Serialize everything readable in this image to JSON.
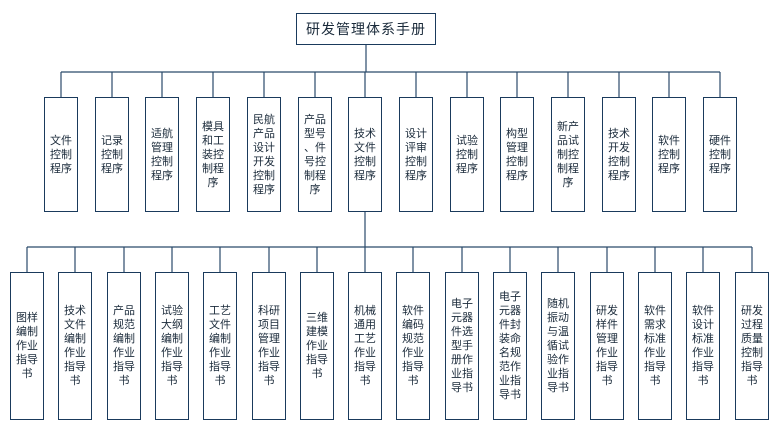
{
  "root": {
    "label": "研发管理体系手册"
  },
  "level1": [
    "文件\n控制\n程序",
    "记录\n控制\n程序",
    "适航\n管理\n控制\n程序",
    "模具\n和工\n装控\n制程\n序",
    "民航\n产品\n设计\n开发\n控制\n程序",
    "产品\n型号\n、件\n号控\n制程\n序",
    "技术\n文件\n控制\n程序",
    "设计\n评审\n控制\n程序",
    "试验\n控制\n程序",
    "构型\n管理\n控制\n程序",
    "新产\n品试\n制控\n制程\n序",
    "技术\n开发\n控制\n程序",
    "软件\n控制\n程序",
    "硬件\n控制\n程序"
  ],
  "level2": [
    "图样\n编制\n作业\n指导\n书",
    "技术\n文件\n编制\n作业\n指导\n书",
    "产品\n规范\n编制\n作业\n指导\n书",
    "试验\n大纲\n编制\n作业\n指导\n书",
    "工艺\n文件\n编制\n作业\n指导\n书",
    "科研\n项目\n管理\n作业\n指导\n书",
    "三维\n建模\n作业\n指导\n书",
    "机械\n通用\n工艺\n作业\n指导\n书",
    "软件\n编码\n规范\n作业\n指导\n书",
    "电子\n元器\n件选\n型手\n册作\n业指\n导书",
    "电子\n元器\n件封\n装命\n名规\n范作\n业指\n导书",
    "随机\n振动\n与温\n循试\n验作\n业指\n导书",
    "研发\n样件\n管理\n作业\n指导\n书",
    "软件\n需求\n标准\n作业\n指导\n书",
    "软件\n设计\n标准\n作业\n指导\n书",
    "研发\n过程\n质量\n控制\n指导\n书"
  ]
}
